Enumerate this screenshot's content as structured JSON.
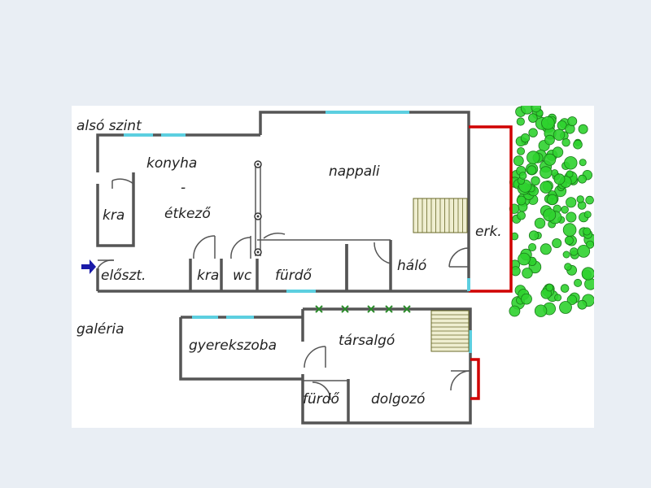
{
  "floorplan": {
    "level_lower": "alsó szint",
    "level_gallery": "galéria",
    "rooms": {
      "konyha": "konyha",
      "dash": "-",
      "etkezo": "étkező",
      "kra_left": "kra",
      "eloszoba": "előszt.",
      "kra_mid": "kra",
      "wc": "wc",
      "furdo_lower": "fürdő",
      "nappali": "nappali",
      "halo": "háló",
      "erkely": "erk.",
      "gyerekszoba": "gyerekszoba",
      "tarsalgo": "társalgó",
      "furdo_upper": "fürdő",
      "dolgozo": "dolgozó"
    },
    "colors": {
      "wall": "#555555",
      "window": "#5ccfe0",
      "balcony_rail": "#d00000",
      "entrance_arrow": "#1a1aa8",
      "tree": "#2fd12f",
      "stairs": "#efeed0",
      "background": "#e9eef4"
    },
    "icons": [
      "entrance-arrow-icon",
      "tree-icon",
      "stairs-icon",
      "column-icon",
      "ceiling-light-icon"
    ]
  }
}
